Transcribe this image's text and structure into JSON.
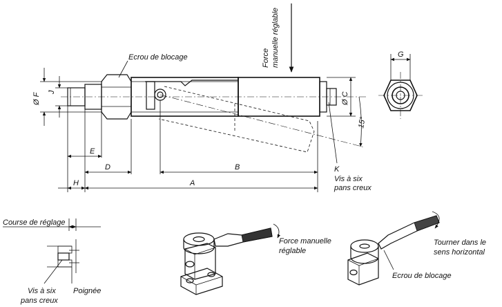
{
  "labels": {
    "ecrou_top": "Ecrou de blocage",
    "force_line1": "Force",
    "force_line2": "manuelle réglable",
    "vis_k_line1": "Vis à six",
    "vis_k_line2": "pans creux",
    "course": "Course de réglage",
    "vis_bottom_line1": "Vis à six",
    "vis_bottom_line2": "pans creux",
    "poignee": "Poignée",
    "force_iso_line1": "Force manuelle",
    "force_iso_line2": "réglable",
    "tourner_line1": "Tourner dans le",
    "tourner_line2": "sens horizontal",
    "ecrou_iso": "Ecrou de blocage"
  },
  "dimensions": {
    "F": "Ø F",
    "J": "J",
    "C": "Ø C",
    "G": "G",
    "angle": "15°",
    "K": "K",
    "E": "E",
    "D": "D",
    "B": "B",
    "H": "H",
    "A": "A"
  }
}
